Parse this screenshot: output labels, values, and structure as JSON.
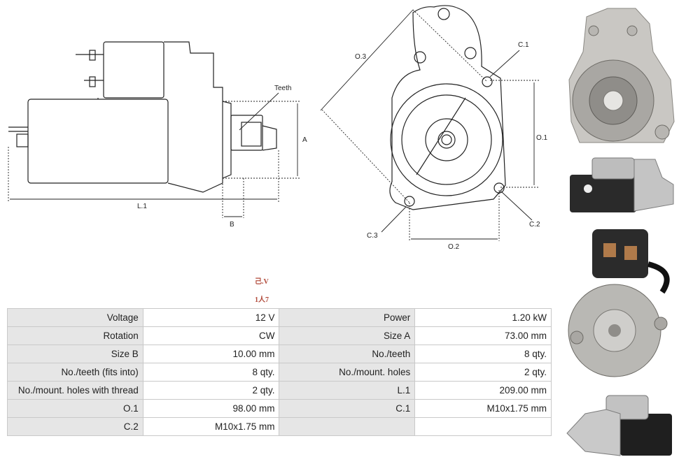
{
  "diagram": {
    "labels": {
      "teeth": "Teeth",
      "a": "A",
      "b": "B",
      "l1": "L.1",
      "o1": "O.1",
      "o2": "O.2",
      "o3": "O.3",
      "c1": "C.1",
      "c2": "C.2",
      "c3": "C.3"
    }
  },
  "stamps": [
    "己.V",
    "1人7"
  ],
  "specs": [
    [
      {
        "k": "Voltage",
        "v": "12 V"
      },
      {
        "k": "Power",
        "v": "1.20 kW"
      }
    ],
    [
      {
        "k": "Rotation",
        "v": "CW"
      },
      {
        "k": "Size A",
        "v": "73.00 mm"
      }
    ],
    [
      {
        "k": "Size B",
        "v": "10.00 mm"
      },
      {
        "k": "No./teeth",
        "v": "8 qty."
      }
    ],
    [
      {
        "k": "No./teeth (fits into)",
        "v": "8 qty."
      },
      {
        "k": "No./mount. holes",
        "v": "2 qty."
      }
    ],
    [
      {
        "k": "No./mount. holes with thread",
        "v": "2 qty."
      },
      {
        "k": "L.1",
        "v": "209.00 mm"
      }
    ],
    [
      {
        "k": "O.1",
        "v": "98.00 mm"
      },
      {
        "k": "C.1",
        "v": "M10x1.75 mm"
      }
    ],
    [
      {
        "k": "C.2",
        "v": "M10x1.75 mm"
      },
      {
        "k": "",
        "v": ""
      }
    ]
  ],
  "colors": {
    "header_cell": "#e6e6e6",
    "border": "#c9c9c9",
    "line": "#222222"
  }
}
